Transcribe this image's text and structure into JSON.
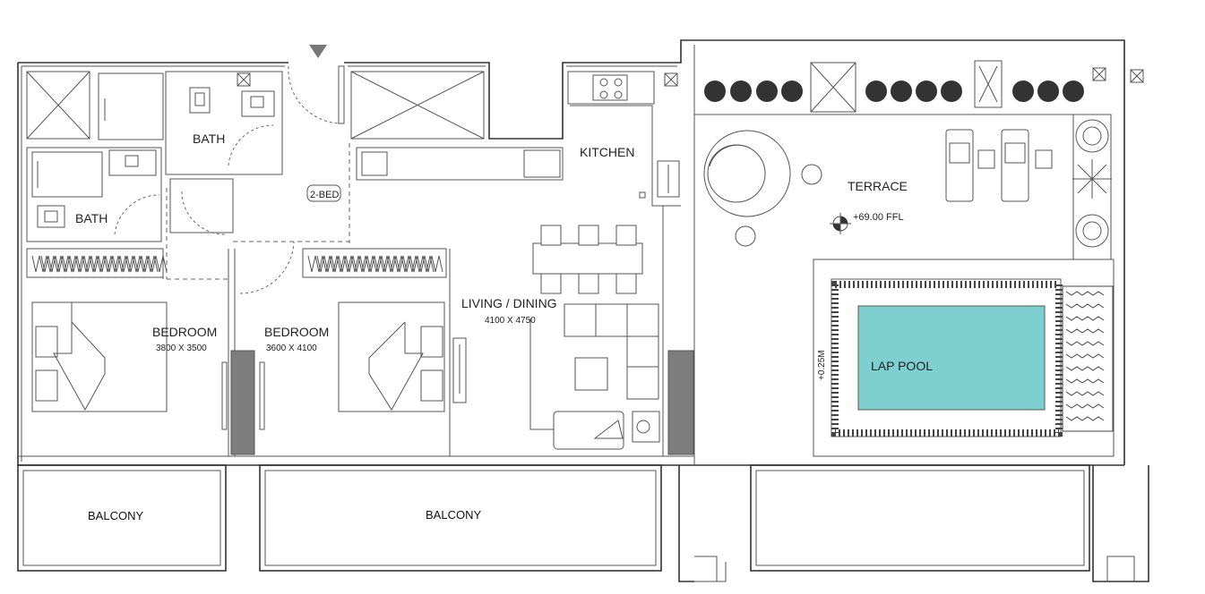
{
  "plan": {
    "rooms": {
      "bath_1": "BATH",
      "bath_2": "BATH",
      "kitchen": "KITCHEN",
      "terrace": "TERRACE",
      "bedroom_1": "BEDROOM",
      "bedroom_2": "BEDROOM",
      "living_dining": "LIVING / DINING",
      "lap_pool": "LAP POOL",
      "balcony_1": "BALCONY",
      "balcony_2": "BALCONY"
    },
    "dimensions": {
      "bedroom_1": "3800 X 3500",
      "bedroom_2": "3600 X 4100",
      "living_dining": "4100 X 4750"
    },
    "unit_tag": "2-BED",
    "level_mark": "+69.00 FFL",
    "pool_depth": "+0.25M",
    "colors": {
      "pool_water": "#7ecfd0",
      "column": "#7d7d7d",
      "line": "#333333"
    },
    "icons": [
      "entry-arrow-icon",
      "north-level-marker-icon"
    ]
  }
}
